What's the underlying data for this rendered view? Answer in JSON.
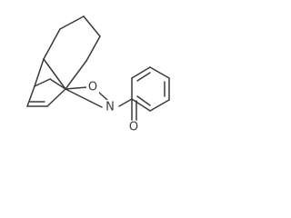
{
  "molecule": {
    "atoms": {
      "oxygen_ring": "O",
      "nitrogen": "N",
      "oxygen_carbonyl": "O"
    }
  }
}
